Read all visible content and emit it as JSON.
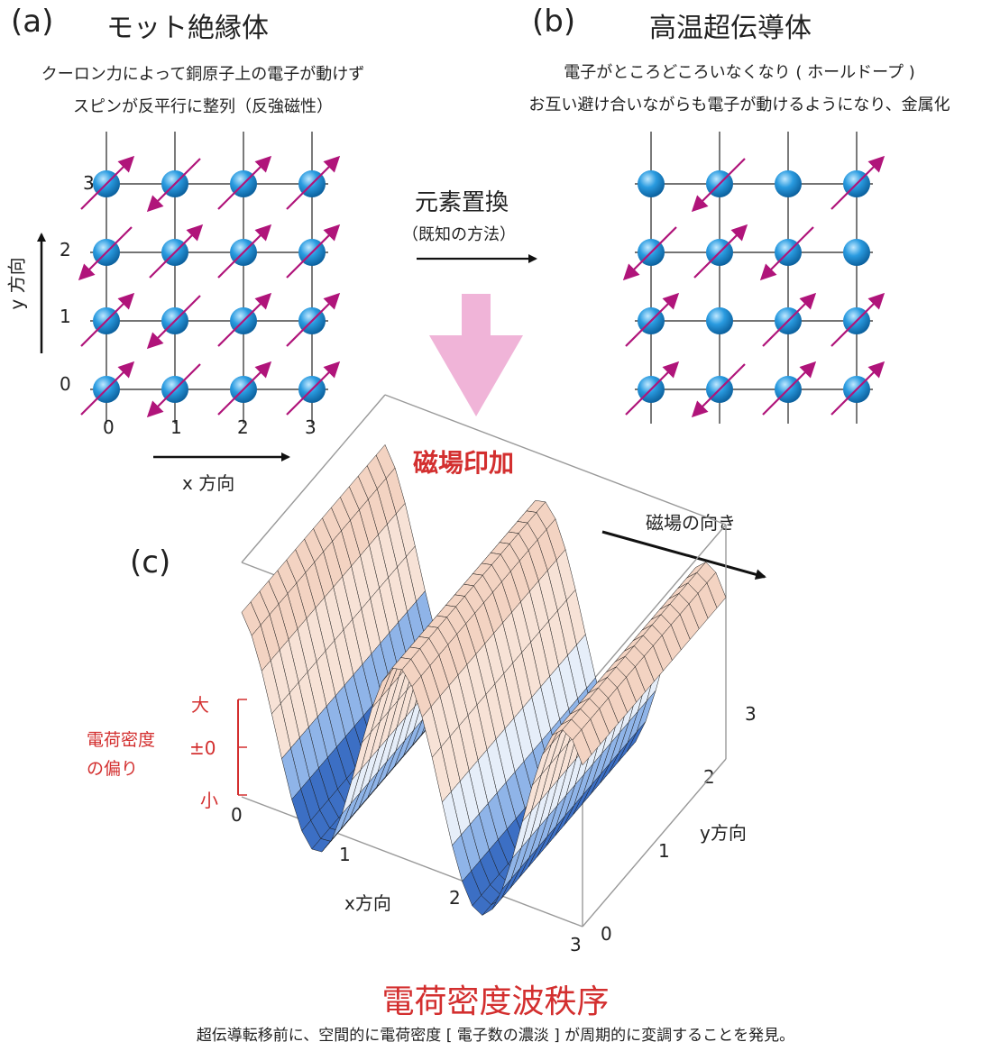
{
  "panel_a": {
    "label": "(a)",
    "title": "モット絶縁体",
    "desc_line1": "クーロン力によって銅原子上の電子が動けず",
    "desc_line2": "スピンが反平行に整列（反強磁性）",
    "y_ticks": [
      "3",
      "2",
      "1",
      "0"
    ],
    "x_ticks": [
      "0",
      "1",
      "2",
      "3"
    ],
    "y_axis_label": "y 方向",
    "x_axis_label": "x 方向"
  },
  "panel_b": {
    "label": "(b)",
    "title": "高温超伝導体",
    "desc_line1": "電子がところどころいなくなり ( ホールドープ )",
    "desc_line2": "お互い避け合いながらも電子が動けるようになり、金属化"
  },
  "arrow_right": {
    "label": "元素置換",
    "sublabel": "（既知の方法）"
  },
  "arrow_down": {
    "label": "磁場印加"
  },
  "panel_c": {
    "label": "(c)",
    "field_direction_label": "磁場の向き",
    "z_label_line1": "電荷密度",
    "z_label_line2": "の偏り",
    "z_ticks": [
      "大",
      "±0",
      "小"
    ],
    "x_ticks": [
      "0",
      "1",
      "2",
      "3"
    ],
    "y_ticks": [
      "0",
      "1",
      "2",
      "3"
    ],
    "x_axis_label": "x方向",
    "y_axis_label": "y方向"
  },
  "footer": {
    "title": "電荷密度波秩序",
    "caption": "超伝導転移前に、空間的に電荷密度 [ 電子数の濃淡 ] が周期的に変調することを発見。"
  },
  "colors": {
    "atom": "#1f8fd0",
    "spin_arrow": "#b0147a",
    "down_arrow": "#f0b4d8",
    "emphasis_red": "#d32f2f"
  },
  "lattice_a_spins": [
    [
      "up",
      "down",
      "up",
      "up"
    ],
    [
      "down",
      "up",
      "up",
      "up"
    ],
    [
      "up",
      "down",
      "up",
      "up"
    ],
    [
      "up",
      "down",
      "up",
      "up"
    ]
  ],
  "lattice_b_spins": [
    [
      "none",
      "down",
      "none",
      "up"
    ],
    [
      "down",
      "up",
      "down",
      "none"
    ],
    [
      "up",
      "none",
      "up",
      "up"
    ],
    [
      "up",
      "down",
      "up",
      "up"
    ]
  ]
}
